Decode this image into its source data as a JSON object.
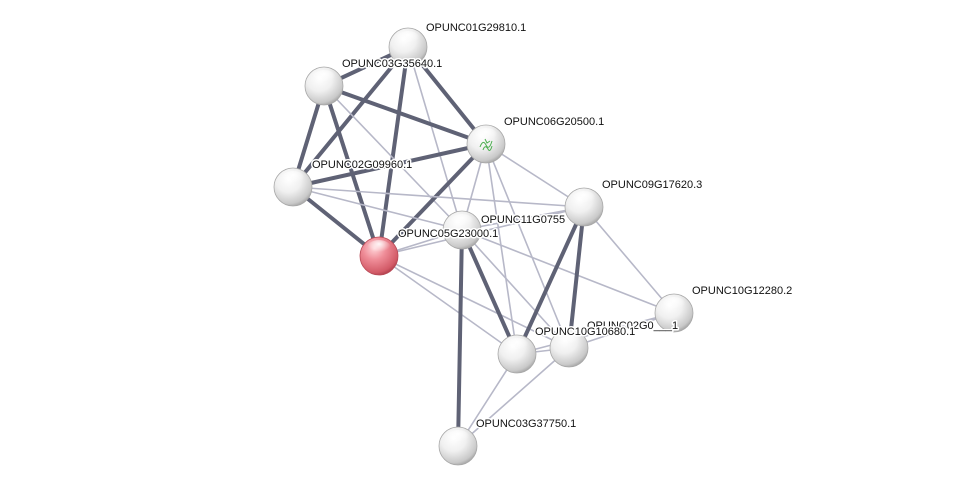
{
  "colors": {
    "strong_edge": "#5f6275",
    "weak_edge": "#b7b8c8",
    "node_fill": "#e6e6e6",
    "query_node_fill": "#e07a86",
    "background": "#ffffff"
  },
  "nodes": [
    {
      "id": "OPUNC01G29810.1",
      "label": "OPUNC01G29810.1",
      "query": false
    },
    {
      "id": "OPUNC03G35640.1",
      "label": "OPUNC03G35640.1",
      "query": false
    },
    {
      "id": "OPUNC06G20500.1",
      "label": "OPUNC06G20500.1",
      "query": false,
      "has_structure_icon": true
    },
    {
      "id": "OPUNC02G09960.1",
      "label": "OPUNC02G09960.1",
      "query": false
    },
    {
      "id": "OPUNC09G17620.3",
      "label": "OPUNC09G17620.3",
      "query": false
    },
    {
      "id": "OPUNC11G0755",
      "label": "OPUNC11G0755",
      "query": false
    },
    {
      "id": "OPUNC05G23000.1",
      "label": "OPUNC05G23000.1",
      "query": true
    },
    {
      "id": "OPUNC10G12280.2",
      "label": "OPUNC10G12280.2",
      "query": false
    },
    {
      "id": "OPUNC02G0",
      "label": "OPUNC02G0___1",
      "query": false
    },
    {
      "id": "OPUNC10G10680.1",
      "label": "OPUNC10G10680.1",
      "query": false
    },
    {
      "id": "OPUNC03G37750.1",
      "label": "OPUNC03G37750.1",
      "query": false
    }
  ]
}
